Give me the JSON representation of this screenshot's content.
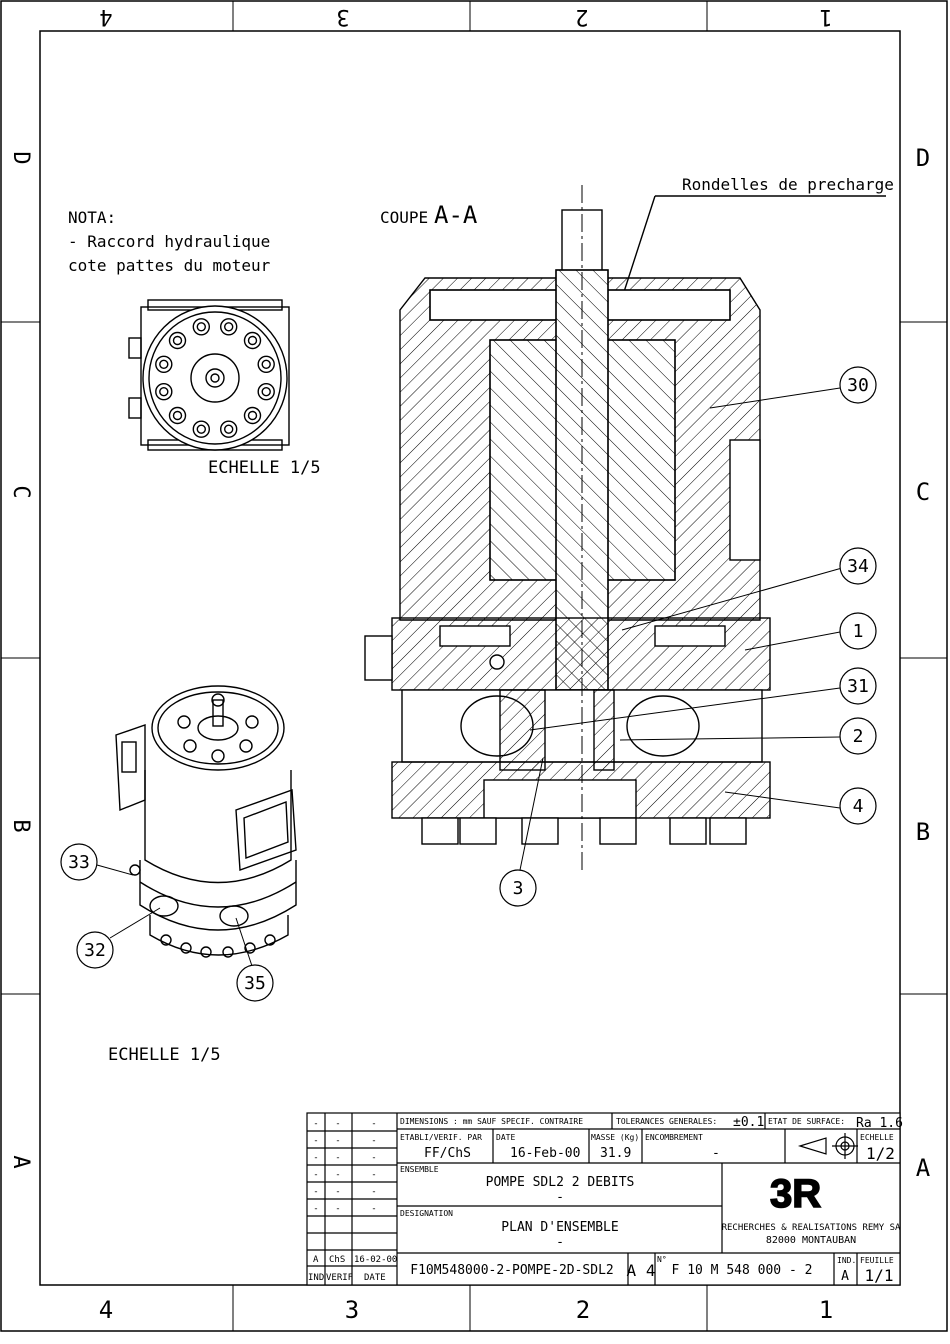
{
  "border": {
    "top_columns": [
      "4",
      "3",
      "2",
      "1"
    ],
    "bottom_columns": [
      "4",
      "3",
      "2",
      "1"
    ],
    "left_rows": [
      "D",
      "C",
      "B",
      "A"
    ],
    "right_rows": [
      "D",
      "C",
      "B",
      "A"
    ]
  },
  "nota": {
    "heading": "NOTA:",
    "line1": "- Raccord hydraulique",
    "line2": "cote pattes du moteur"
  },
  "front_view": {
    "scale_label": "ECHELLE 1/5"
  },
  "iso_view": {
    "scale_label": "ECHELLE 1/5"
  },
  "section": {
    "title_small": "COUPE",
    "title_big": "A-A",
    "precharge_label": "Rondelles de precharge"
  },
  "balloons": [
    "30",
    "34",
    "1",
    "31",
    "2",
    "4",
    "3",
    "33",
    "32",
    "35"
  ],
  "title_block": {
    "revisions": {
      "empty_cell": "-",
      "rows": 6,
      "last_row": [
        "A",
        "ChS",
        "16-02-00"
      ],
      "header": [
        "IND",
        "VERIF",
        "DATE"
      ]
    },
    "dimensions_note": "DIMENSIONS : mm SAUF SPECIF. CONTRAIRE",
    "tolerances_label": "TOLERANCES GENERALES:",
    "tolerance_value": "±0.1",
    "surface_label": "ETAT DE SURFACE:",
    "surface_value": "Ra 1.6",
    "etabli_label": "ETABLI/VERIF. PAR",
    "etabli_value": "FF/ChS",
    "date_label": "DATE",
    "date_value": "16-Feb-00",
    "masse_label": "MASSE (Kg)",
    "masse_value": "31.9",
    "encombrement_label": "ENCOMBREMENT",
    "encombrement_value": "-",
    "echelle_label": "ECHELLE",
    "echelle_value": "1/2",
    "ensemble_label": "ENSEMBLE",
    "ensemble_value": "POMPE SDL2 2 DEBITS",
    "ensemble_sub": "-",
    "designation_label": "DESIGNATION",
    "designation_value": "PLAN D'ENSEMBLE",
    "designation_sub": "-",
    "logo_text": "3R",
    "company_line1": "RECHERCHES & REALISATIONS REMY SA",
    "company_line2": "82000 MONTAUBAN",
    "file_name": "F10M548000-2-POMPE-2D-SDL2",
    "format": "A 4",
    "number_label": "N°",
    "number_value": "F 10 M 548 000 - 2",
    "ind_label": "IND.",
    "ind_value": "A",
    "feuille_label": "FEUILLE",
    "feuille_value": "1/1"
  }
}
